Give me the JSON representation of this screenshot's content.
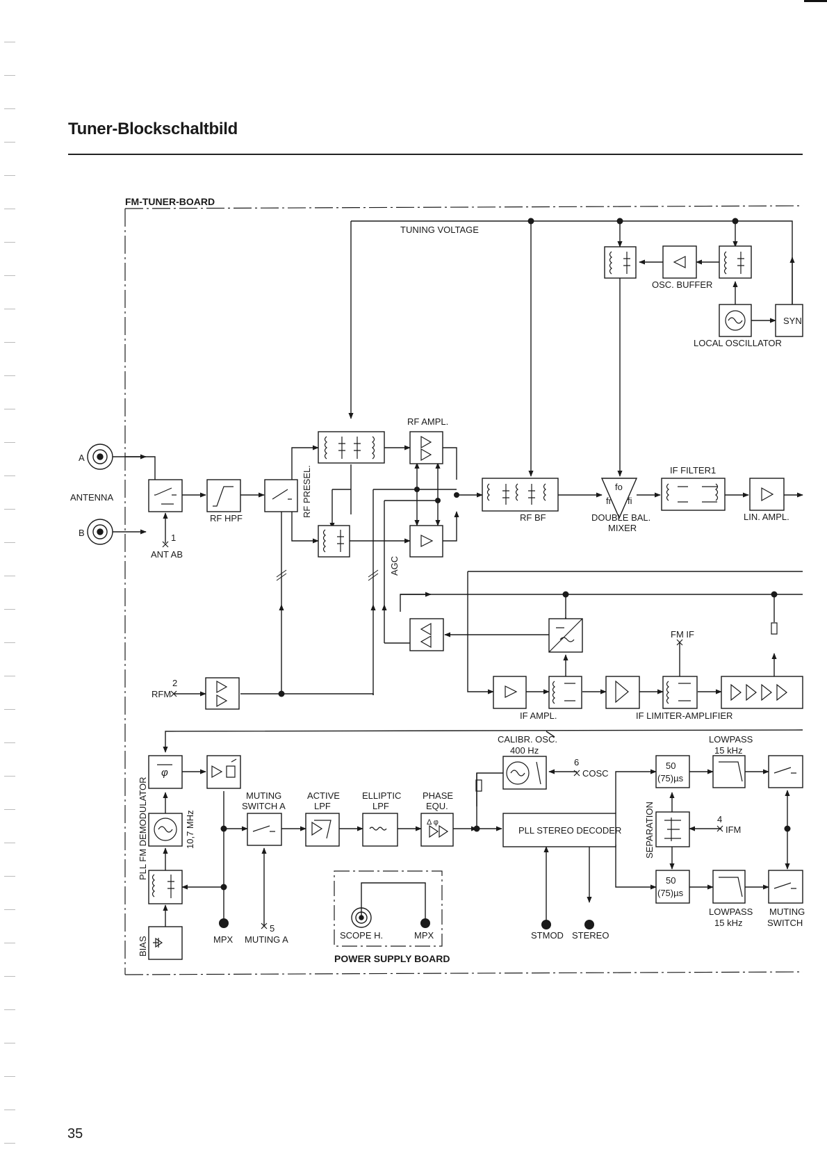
{
  "page": {
    "title": "Tuner-Blockschaltbild",
    "page_number": "35"
  },
  "boards": {
    "fm_tuner": "FM-TUNER-BOARD",
    "power_supply": "POWER SUPPLY BOARD"
  },
  "labels": {
    "tuning_voltage": "TUNING VOLTAGE",
    "osc_buffer": "OSC. BUFFER",
    "local_oscillator": "LOCAL OSCILLATOR",
    "syn": "SYN",
    "rf_ampl": "RF AMPL.",
    "antenna": "ANTENNA",
    "ant_a": "A",
    "ant_b": "B",
    "ant_ab": "ANT AB",
    "rf_hpf": "RF HPF",
    "rf_presel": "RF PRESEL.",
    "rf_bf": "RF BF",
    "double_bal_mixer_1": "DOUBLE BAL.",
    "double_bal_mixer_2": "MIXER",
    "mixer_fo": "fo",
    "mixer_fr": "fr",
    "mixer_fi": "fi",
    "if_filter1": "IF FILTER1",
    "lin_ampl": "LIN. AMPL.",
    "agc": "AGC",
    "fm_if": "FM IF",
    "rfm": "RFM",
    "if_ampl": "IF AMPL.",
    "if_limiter_amplifier": "IF LIMITER-AMPLIFIER",
    "calibr_osc_1": "CALIBR. OSC.",
    "calibr_osc_2": "400 Hz",
    "cosc": "COSC",
    "lowpass_1": "LOWPASS",
    "lowpass_2": "15 kHz",
    "pll_fm_demodulator": "PLL FM DEMODULATOR",
    "freq_10_7": "10,7 MHz",
    "muting_switch_a_1": "MUTING",
    "muting_switch_a_2": "SWITCH A",
    "active_lpf_1": "ACTIVE",
    "active_lpf_2": "LPF",
    "elliptic_lpf_1": "ELLIPTIC",
    "elliptic_lpf_2": "LPF",
    "phase_equ_1": "PHASE",
    "phase_equ_2": "EQU.",
    "phase_symbol": "Δ φ",
    "phi": "φ",
    "pll_stereo_decoder": "PLL STEREO DECODER",
    "separation": "SEPARATION",
    "ifm": "IFM",
    "deemph_value_1": "50",
    "deemph_unit": "(75)µs",
    "lowpass_b_1": "LOWPASS",
    "lowpass_b_2": "15 kHz",
    "muting_switch_b_1": "MUTING",
    "muting_switch_b_2": "SWITCH",
    "bias": "BIAS",
    "mpx": "MPX",
    "muting_a": "MUTING A",
    "scope_h": "SCOPE H.",
    "mpx_ps": "MPX",
    "stmod": "STMOD",
    "stereo": "STEREO"
  },
  "test_points": {
    "tp1": "1",
    "tp2": "2",
    "tp4": "4",
    "tp5": "5",
    "tp6": "6"
  }
}
